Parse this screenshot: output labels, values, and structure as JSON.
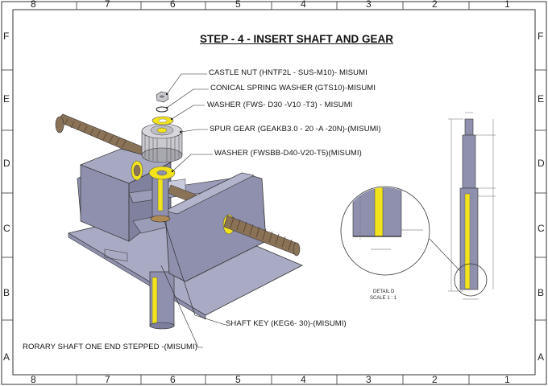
{
  "title": "STEP - 4 - INSERT SHAFT AND GEAR",
  "border": {
    "columns": [
      "8",
      "7",
      "6",
      "5",
      "4",
      "3",
      "2",
      "1"
    ],
    "rows": [
      "F",
      "E",
      "D",
      "C",
      "B",
      "A"
    ]
  },
  "callouts": [
    "CASTLE NUT (HNTF2L - SUS-M10)- MISUMI",
    "CONICAL SPRING WASHER (GTS10)-MISUMI",
    "WASHER (FWS- D30 -V10 -T3) - MISUMI",
    "SPUR GEAR (GEAKB3.0 - 20 -A -20N)-(MISUMI)",
    "WASHER (FWSBB-D40-V20-T5)(MISUMI)",
    "SHAFT KEY (KEG6- 30)-(MISUMI)",
    "RORARY SHAFT ONE END STEPPED -(MISUMI)"
  ],
  "detail": {
    "name": "DETAIL D",
    "scale": "SCALE 1 : 1"
  },
  "colors": {
    "body": "#8e90ad",
    "body_dark": "#6f7192",
    "yellow": "#f2e31c",
    "threads": "#8a7257",
    "base": "#a9aac4"
  }
}
